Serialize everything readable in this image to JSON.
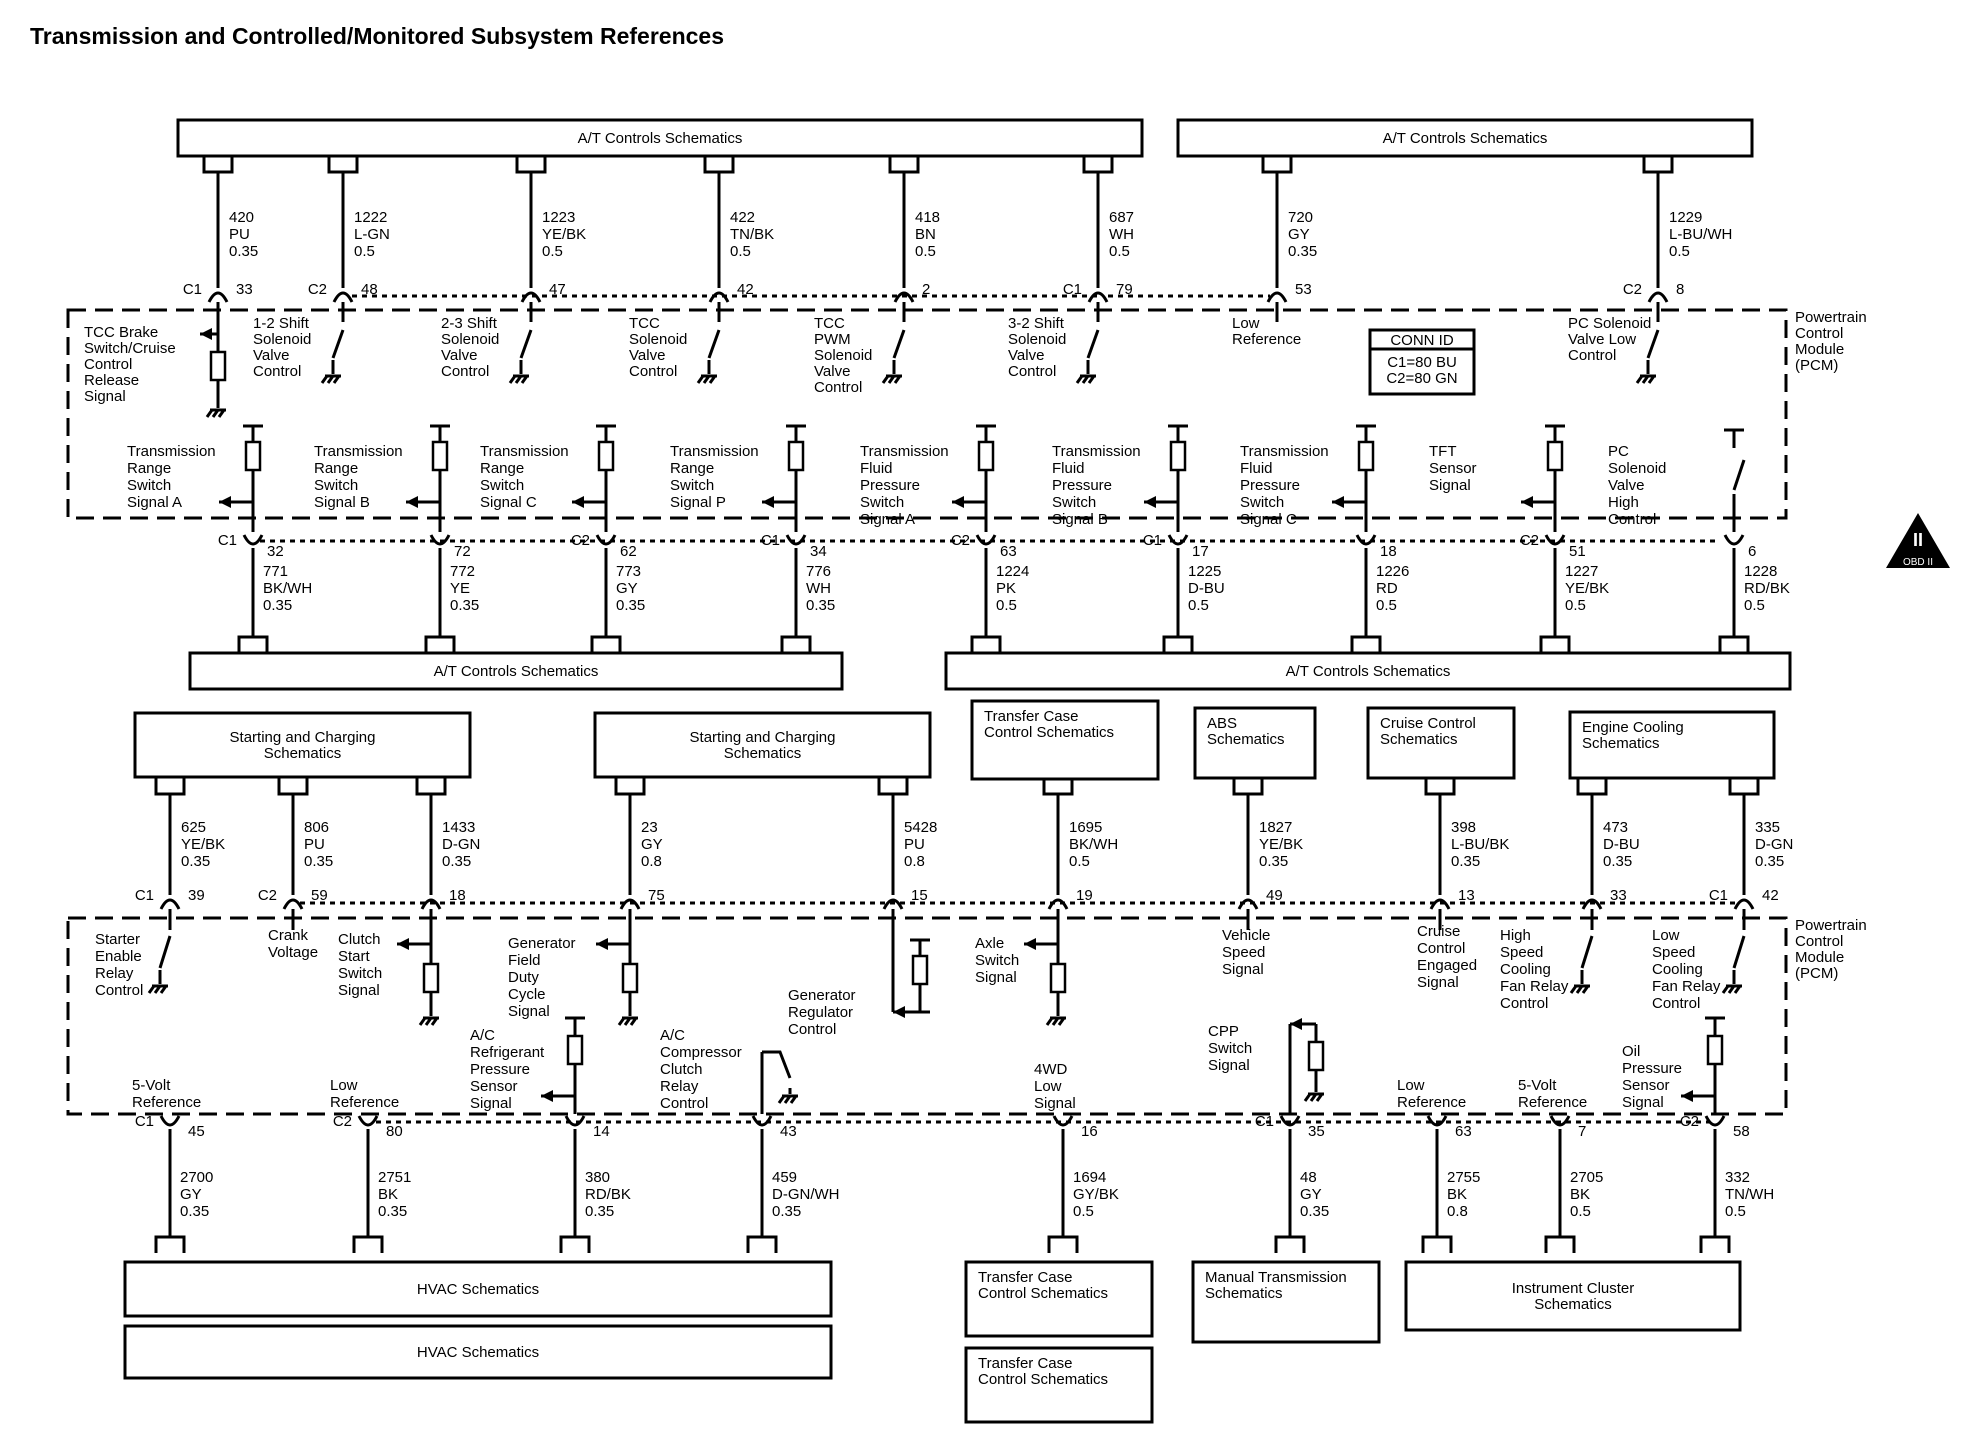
{
  "title": "Transmission and Controlled/Monitored Subsystem References",
  "obd_badge": {
    "numeral": "II",
    "text": "OBD II"
  },
  "pcm_label": [
    "Powertrain",
    "Control",
    "Module",
    "(PCM)"
  ],
  "conn_id": {
    "title": "CONN ID",
    "lines": [
      "C1=80 BU",
      "C2=80 GN"
    ]
  },
  "boxes": {
    "at_top_left": "A/T Controls Schematics",
    "at_top_right": "A/T Controls Schematics",
    "at_mid_left": "A/T Controls Schematics",
    "at_mid_right": "A/T Controls Schematics",
    "start_charge_1": [
      "Starting and Charging",
      "Schematics"
    ],
    "start_charge_2": [
      "Starting and Charging",
      "Schematics"
    ],
    "transfer_case_top": [
      "Transfer Case",
      "Control Schematics"
    ],
    "abs": [
      "ABS",
      "Schematics"
    ],
    "cruise": [
      "Cruise Control",
      "Schematics"
    ],
    "engine_cooling": [
      "Engine Cooling",
      "Schematics"
    ],
    "hvac_1": "HVAC Schematics",
    "hvac_2": "HVAC Schematics",
    "transfer_case_b1": [
      "Transfer Case",
      "Control Schematics"
    ],
    "transfer_case_b2": [
      "Transfer Case",
      "Control Schematics"
    ],
    "manual_trans": [
      "Manual Transmission",
      "Schematics"
    ],
    "instrument_cluster": [
      "Instrument Cluster",
      "Schematics"
    ]
  },
  "upper_top_wires": [
    {
      "circuit": "420",
      "color": "PU",
      "gauge": "0.35",
      "conn": "C1",
      "pin": "33",
      "label": [
        "TCC Brake",
        "Switch/Cruise",
        "Control",
        "Release",
        "Signal"
      ]
    },
    {
      "circuit": "1222",
      "color": "L-GN",
      "gauge": "0.5",
      "conn": "C2",
      "pin": "48",
      "label": [
        "1-2 Shift",
        "Solenoid",
        "Valve",
        "Control"
      ]
    },
    {
      "circuit": "1223",
      "color": "YE/BK",
      "gauge": "0.5",
      "conn": "",
      "pin": "47",
      "label": [
        "2-3 Shift",
        "Solenoid",
        "Valve",
        "Control"
      ]
    },
    {
      "circuit": "422",
      "color": "TN/BK",
      "gauge": "0.5",
      "conn": "",
      "pin": "42",
      "label": [
        "TCC",
        "Solenoid",
        "Valve",
        "Control"
      ]
    },
    {
      "circuit": "418",
      "color": "BN",
      "gauge": "0.5",
      "conn": "",
      "pin": "2",
      "label": [
        "TCC",
        "PWM",
        "Solenoid",
        "Valve",
        "Control"
      ]
    },
    {
      "circuit": "687",
      "color": "WH",
      "gauge": "0.5",
      "conn": "C1",
      "pin": "79",
      "label": [
        "3-2 Shift",
        "Solenoid",
        "Valve",
        "Control"
      ]
    },
    {
      "circuit": "720",
      "color": "GY",
      "gauge": "0.35",
      "conn": "",
      "pin": "53",
      "label": [
        "Low",
        "Reference"
      ]
    },
    {
      "circuit": "1229",
      "color": "L-BU/WH",
      "gauge": "0.5",
      "conn": "C2",
      "pin": "8",
      "label": [
        "PC Solenoid",
        "Valve Low",
        "Control"
      ]
    }
  ],
  "upper_bottom_wires": [
    {
      "circuit": "771",
      "color": "BK/WH",
      "gauge": "0.35",
      "conn": "C1",
      "pin": "32",
      "label": [
        "Transmission",
        "Range",
        "Switch",
        "Signal A"
      ]
    },
    {
      "circuit": "772",
      "color": "YE",
      "gauge": "0.35",
      "conn": "",
      "pin": "72",
      "label": [
        "Transmission",
        "Range",
        "Switch",
        "Signal B"
      ]
    },
    {
      "circuit": "773",
      "color": "GY",
      "gauge": "0.35",
      "conn": "C2",
      "pin": "62",
      "label": [
        "Transmission",
        "Range",
        "Switch",
        "Signal C"
      ]
    },
    {
      "circuit": "776",
      "color": "WH",
      "gauge": "0.35",
      "conn": "C1",
      "pin": "34",
      "label": [
        "Transmission",
        "Range",
        "Switch",
        "Signal P"
      ]
    },
    {
      "circuit": "1224",
      "color": "PK",
      "gauge": "0.5",
      "conn": "C2",
      "pin": "63",
      "label": [
        "Transmission",
        "Fluid",
        "Pressure",
        "Switch",
        "Signal A"
      ]
    },
    {
      "circuit": "1225",
      "color": "D-BU",
      "gauge": "0.5",
      "conn": "C1",
      "pin": "17",
      "label": [
        "Transmission",
        "Fluid",
        "Pressure",
        "Switch",
        "Signal B"
      ]
    },
    {
      "circuit": "1226",
      "color": "RD",
      "gauge": "0.5",
      "conn": "",
      "pin": "18",
      "label": [
        "Transmission",
        "Fluid",
        "Pressure",
        "Switch",
        "Signal C"
      ]
    },
    {
      "circuit": "1227",
      "color": "YE/BK",
      "gauge": "0.5",
      "conn": "C2",
      "pin": "51",
      "label": [
        "TFT",
        "Sensor",
        "Signal"
      ]
    },
    {
      "circuit": "1228",
      "color": "RD/BK",
      "gauge": "0.5",
      "conn": "",
      "pin": "6",
      "label": [
        "PC",
        "Solenoid",
        "Valve",
        "High",
        "Control"
      ]
    }
  ],
  "lower_top_wires": [
    {
      "circuit": "625",
      "color": "YE/BK",
      "gauge": "0.35",
      "conn": "C1",
      "pin": "39",
      "label": [
        "Starter",
        "Enable",
        "Relay",
        "Control"
      ]
    },
    {
      "circuit": "806",
      "color": "PU",
      "gauge": "0.35",
      "conn": "C2",
      "pin": "59",
      "label": [
        "Crank",
        "Voltage"
      ]
    },
    {
      "circuit": "1433",
      "color": "D-GN",
      "gauge": "0.35",
      "conn": "",
      "pin": "18",
      "label": [
        "Clutch",
        "Start",
        "Switch",
        "Signal"
      ]
    },
    {
      "circuit": "23",
      "color": "GY",
      "gauge": "0.8",
      "conn": "",
      "pin": "75",
      "label": [
        "Generator",
        "Field",
        "Duty",
        "Cycle",
        "Signal"
      ]
    },
    {
      "circuit": "5428",
      "color": "PU",
      "gauge": "0.8",
      "conn": "",
      "pin": "15",
      "label": [
        "Generator",
        "Regulator",
        "Control"
      ]
    },
    {
      "circuit": "1695",
      "color": "BK/WH",
      "gauge": "0.5",
      "conn": "",
      "pin": "19",
      "label": [
        "Axle",
        "Switch",
        "Signal"
      ]
    },
    {
      "circuit": "1827",
      "color": "YE/BK",
      "gauge": "0.35",
      "conn": "",
      "pin": "49",
      "label": [
        "Vehicle",
        "Speed",
        "Signal"
      ]
    },
    {
      "circuit": "398",
      "color": "L-BU/BK",
      "gauge": "0.35",
      "conn": "",
      "pin": "13",
      "label": [
        "Cruise",
        "Control",
        "Engaged",
        "Signal"
      ]
    },
    {
      "circuit": "473",
      "color": "D-BU",
      "gauge": "0.35",
      "conn": "",
      "pin": "33",
      "label": [
        "High",
        "Speed",
        "Cooling",
        "Fan Relay",
        "Control"
      ]
    },
    {
      "circuit": "335",
      "color": "D-GN",
      "gauge": "0.35",
      "conn": "C1",
      "pin": "42",
      "label": [
        "Low",
        "Speed",
        "Cooling",
        "Fan Relay",
        "Control"
      ]
    }
  ],
  "lower_bottom_wires": [
    {
      "circuit": "2700",
      "color": "GY",
      "gauge": "0.35",
      "conn": "C1",
      "pin": "45",
      "label": [
        "5-Volt",
        "Reference"
      ]
    },
    {
      "circuit": "2751",
      "color": "BK",
      "gauge": "0.35",
      "conn": "C2",
      "pin": "80",
      "label": [
        "Low",
        "Reference"
      ]
    },
    {
      "circuit": "380",
      "color": "RD/BK",
      "gauge": "0.35",
      "conn": "",
      "pin": "14",
      "label": [
        "A/C",
        "Refrigerant",
        "Pressure",
        "Sensor",
        "Signal"
      ]
    },
    {
      "circuit": "459",
      "color": "D-GN/WH",
      "gauge": "0.35",
      "conn": "",
      "pin": "43",
      "label": [
        "A/C",
        "Compressor",
        "Clutch",
        "Relay",
        "Control"
      ]
    },
    {
      "circuit": "1694",
      "color": "GY/BK",
      "gauge": "0.5",
      "conn": "",
      "pin": "16",
      "label": [
        "4WD",
        "Low",
        "Signal"
      ]
    },
    {
      "circuit": "48",
      "color": "GY",
      "gauge": "0.35",
      "conn": "C1",
      "pin": "35",
      "label": [
        "CPP",
        "Switch",
        "Signal"
      ]
    },
    {
      "circuit": "2755",
      "color": "BK",
      "gauge": "0.8",
      "conn": "",
      "pin": "63",
      "label": [
        "Low",
        "Reference"
      ]
    },
    {
      "circuit": "2705",
      "color": "BK",
      "gauge": "0.5",
      "conn": "",
      "pin": "7",
      "label": [
        "5-Volt",
        "Reference"
      ]
    },
    {
      "circuit": "332",
      "color": "TN/WH",
      "gauge": "0.5",
      "conn": "C2",
      "pin": "58",
      "label": [
        "Oil",
        "Pressure",
        "Sensor",
        "Signal"
      ]
    }
  ]
}
